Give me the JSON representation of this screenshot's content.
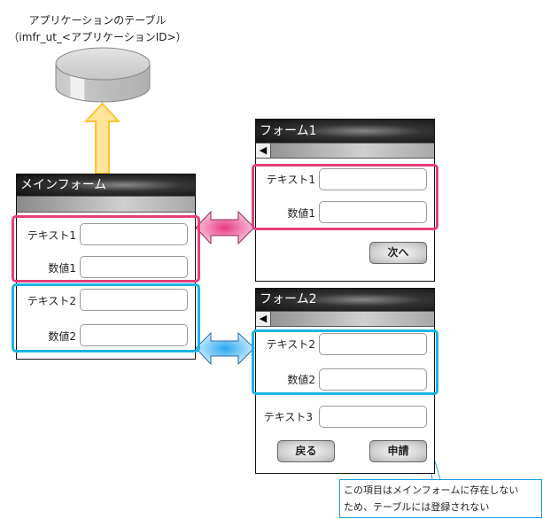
{
  "table": {
    "caption_line1": "アプリケーションのテーブル",
    "caption_line2": "（imfr_ut_<アプリケーションID>）"
  },
  "main_form": {
    "title": "メインフォーム",
    "fields": [
      {
        "label": "テキスト1",
        "value": ""
      },
      {
        "label": "数値1",
        "value": ""
      },
      {
        "label": "テキスト2",
        "value": ""
      },
      {
        "label": "数値2",
        "value": ""
      }
    ]
  },
  "form1": {
    "title": "フォーム1",
    "back_icon": "arrow-left-icon",
    "fields": [
      {
        "label": "テキスト1",
        "value": ""
      },
      {
        "label": "数値1",
        "value": ""
      }
    ],
    "next_button": "次へ"
  },
  "form2": {
    "title": "フォーム2",
    "back_icon": "arrow-left-icon",
    "fields": [
      {
        "label": "テキスト2",
        "value": ""
      },
      {
        "label": "数値2",
        "value": ""
      },
      {
        "label": "テキスト3",
        "value": ""
      }
    ],
    "back_button": "戻る",
    "submit_button": "申請"
  },
  "callout": {
    "line1": "この項目はメインフォームに存在しない",
    "line2": "ため、テーブルには登録されない"
  },
  "colors": {
    "group1": "#e4407a",
    "group2": "#18b4e8",
    "save_arrow": "#ffc533"
  }
}
